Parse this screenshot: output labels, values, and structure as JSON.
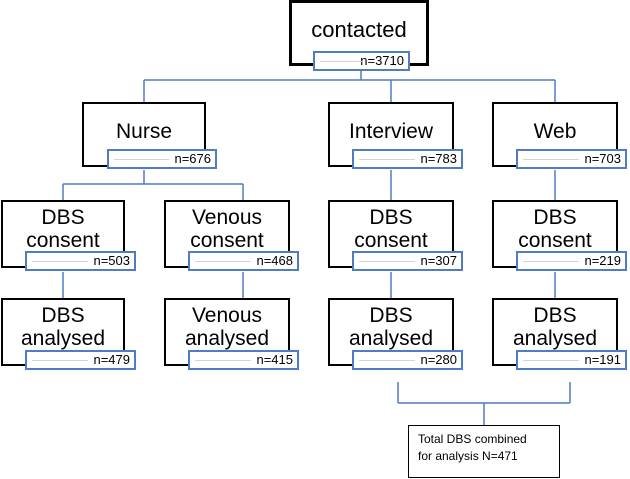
{
  "top": {
    "label": "contacted",
    "count": "n=3710"
  },
  "groups": [
    {
      "label": "Nurse",
      "count": "n=676"
    },
    {
      "label": "Interview",
      "count": "n=783"
    },
    {
      "label": "Web",
      "count": "n=703"
    }
  ],
  "consent": [
    {
      "line1": "DBS",
      "line2": "consent",
      "count": "n=503"
    },
    {
      "line1": "Venous",
      "line2": "consent",
      "count": "n=468"
    },
    {
      "line1": "DBS",
      "line2": "consent",
      "count": "n=307"
    },
    {
      "line1": "DBS",
      "line2": "consent",
      "count": "n=219"
    }
  ],
  "analysed": [
    {
      "line1": "DBS",
      "line2": "analysed",
      "count": "n=479"
    },
    {
      "line1": "Venous",
      "line2": "analysed",
      "count": "n=415"
    },
    {
      "line1": "DBS",
      "line2": "analysed",
      "count": "n=280"
    },
    {
      "line1": "DBS",
      "line2": "analysed",
      "count": "n=191"
    }
  ],
  "final": {
    "line1": "Total DBS combined",
    "line2": "for analysis N=471"
  }
}
